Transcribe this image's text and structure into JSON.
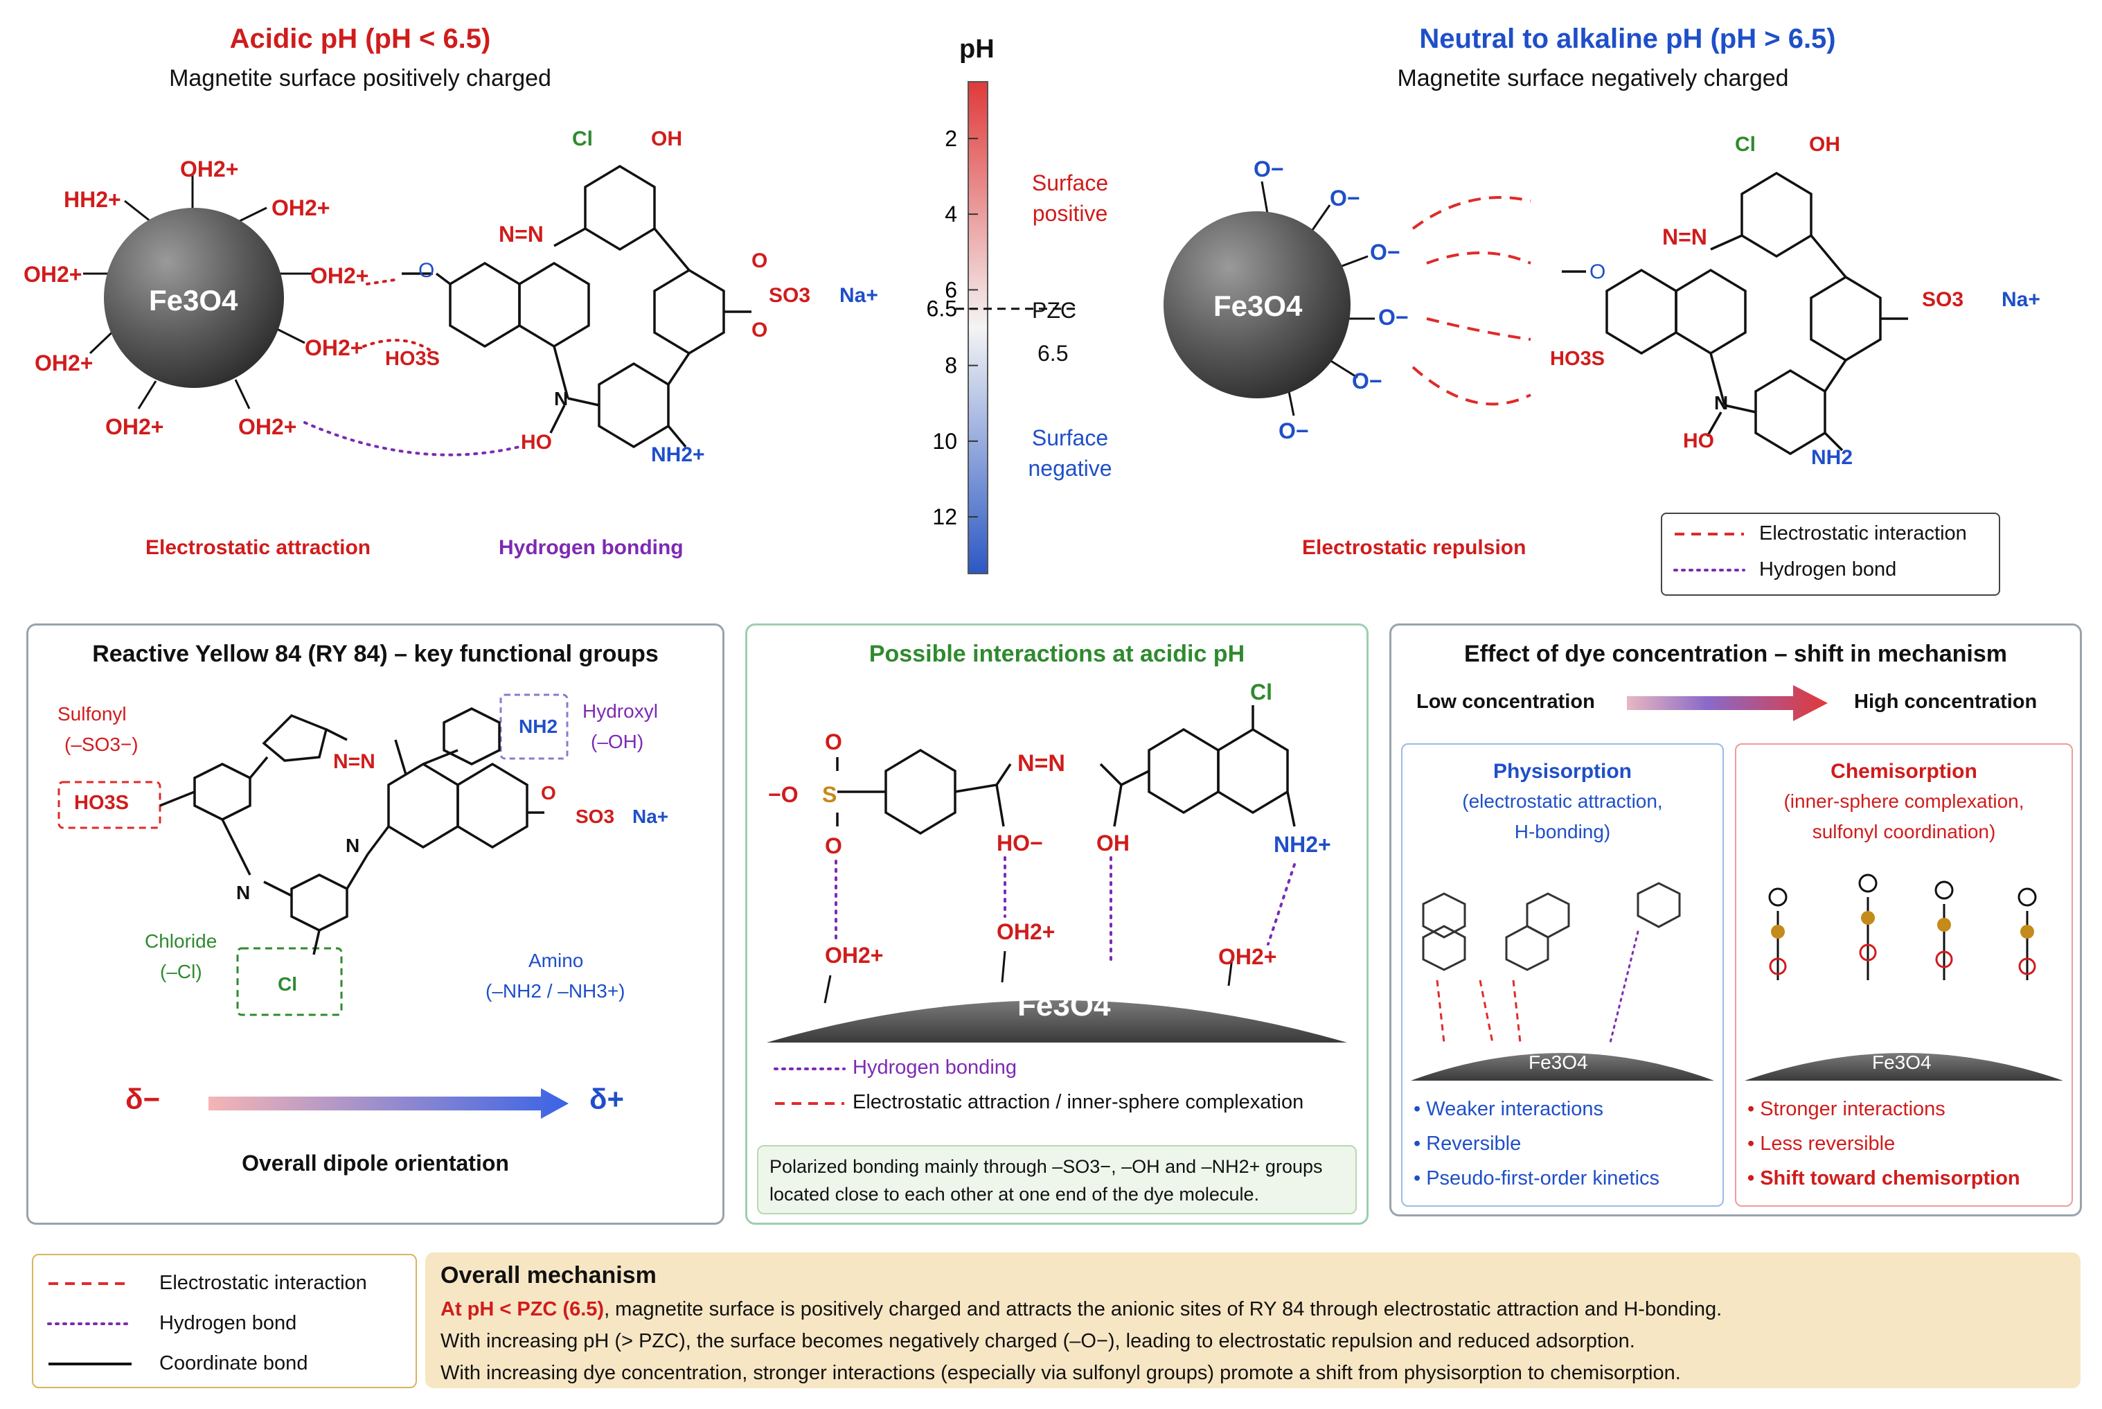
{
  "top_left": {
    "title": "Acidic pH  (pH < 6.5)",
    "subtitle": "Magnetite surface positively charged",
    "particle": "Fe3O4",
    "surface_groups": [
      "HH2+",
      "OH2+",
      "OH2+",
      "OH2+",
      "OH2+",
      "OH2+",
      "OH2+",
      "OH2+",
      "OH2+"
    ],
    "dye_labels": {
      "cl": "Cl",
      "oh": "OH",
      "azo": "N=N",
      "o": "O",
      "so3": "SO3",
      "na": "Na+",
      "ho3s": "HO3S",
      "n": "N",
      "ho": "HO",
      "nh2": "NH2+",
      "o1": "O",
      "o2": "O"
    },
    "label_electrostatic": "Electrostatic attraction",
    "label_hbond": "Hydrogen bonding"
  },
  "ph_scale": {
    "title": "pH",
    "ticks": [
      "2",
      "4",
      "6",
      "6.5",
      "8",
      "10",
      "12"
    ],
    "tick_values": [
      2,
      4,
      6,
      6.5,
      8,
      10,
      12
    ],
    "pzc_label": "PZC",
    "pzc_value": "6.5",
    "positive_label_1": "Surface",
    "positive_label_2": "positive",
    "negative_label_1": "Surface",
    "negative_label_2": "negative",
    "colors": {
      "top": "#e23a3a",
      "mid": "#f2f2f2",
      "bottom": "#2f5fc9"
    }
  },
  "top_right": {
    "title": "Neutral to alkaline pH  (pH > 6.5)",
    "subtitle": "Magnetite surface negatively charged",
    "particle": "Fe3O4",
    "surface_groups": [
      "O−",
      "O−",
      "O−",
      "O−",
      "O−",
      "O−"
    ],
    "label_repulsion": "Electrostatic repulsion",
    "dye_labels": {
      "cl": "Cl",
      "oh": "OH",
      "azo": "N=N",
      "o": "O",
      "so3": "SO3",
      "na": "Na+",
      "ho3s": "HO3S",
      "n": "N",
      "ho": "HO",
      "nh2": "NH2"
    },
    "legend": [
      {
        "label": "Electrostatic interaction",
        "style": "dashed",
        "color": "#e02a2a"
      },
      {
        "label": "Hydrogen bond",
        "style": "dotted",
        "color": "#7d2ab3"
      }
    ]
  },
  "panel_ry84": {
    "title": "Reactive Yellow 84 (RY 84) – key functional groups",
    "sulfonyl_1": "Sulfonyl",
    "sulfonyl_2": "(–SO3−)",
    "hydroxyl_1": "Hydroxyl",
    "hydroxyl_2": "(–OH)",
    "chloride_1": "Chloride",
    "chloride_2": "(–Cl)",
    "amino_1": "Amino",
    "amino_2": "(–NH2 / –NH3+)",
    "dye_labels": {
      "ho3s": "HO3S",
      "azo": "N=N",
      "nh2": "NH2",
      "n1": "N",
      "n2": "N",
      "o": "O",
      "so3": "SO3",
      "na": "Na+",
      "cl": "Cl"
    },
    "delta_minus": "δ−",
    "delta_plus": "δ+",
    "dipole_label": "Overall dipole orientation"
  },
  "panel_interactions": {
    "title": "Possible interactions at acidic pH",
    "dye_labels": {
      "o_minus": "−O",
      "s": "S",
      "o_top": "O",
      "o_bot": "O",
      "azo": "N=N",
      "ho": "HO−",
      "oh": "OH",
      "cl": "Cl",
      "nh2": "NH2+"
    },
    "surface_groups": [
      "OH2+",
      "OH2+",
      "OH2+"
    ],
    "particle": "Fe3O4",
    "legend": [
      {
        "label": "Hydrogen bonding",
        "style": "dotted",
        "color": "#7d2ab3"
      },
      {
        "label": "Electrostatic attraction / inner-sphere complexation",
        "style": "dashed",
        "color": "#e02a2a"
      }
    ],
    "note_1": "Polarized bonding mainly through –SO3−, –OH and –NH2+ groups",
    "note_2": "located close to each other at one end of the dye molecule."
  },
  "panel_concentration": {
    "title": "Effect of dye concentration – shift in mechanism",
    "low": "Low concentration",
    "high": "High concentration",
    "physi": {
      "title": "Physisorption",
      "sub_1": "(electrostatic attraction,",
      "sub_2": "H-bonding)",
      "particle": "Fe3O4",
      "bullets": [
        "Weaker interactions",
        "Reversible",
        "Pseudo-first-order kinetics"
      ]
    },
    "chemi": {
      "title": "Chemisorption",
      "sub_1": "(inner-sphere complexation,",
      "sub_2": "sulfonyl coordination)",
      "particle": "Fe3O4",
      "bullets": [
        "Stronger interactions",
        "Less reversible",
        "Shift toward chemisorption"
      ]
    }
  },
  "bottom_legend": [
    {
      "label": "Electrostatic interaction",
      "style": "dashed",
      "color": "#e02a2a"
    },
    {
      "label": "Hydrogen bond",
      "style": "dotted",
      "color": "#7d2ab3"
    },
    {
      "label": "Coordinate bond",
      "style": "solid",
      "color": "#111111"
    }
  ],
  "overall": {
    "title": "Overall mechanism",
    "line1_highlight": "At pH < PZC (6.5)",
    "line1_rest": ", magnetite surface is positively charged and attracts the anionic sites of RY 84 through electrostatic attraction and H-bonding.",
    "line2": "With increasing pH (> PZC), the surface becomes negatively charged (–O−), leading to electrostatic repulsion and reduced adsorption.",
    "line3": "With increasing dye concentration, stronger interactions (especially via sulfonyl groups) promote a shift from physisorption to chemisorption."
  }
}
